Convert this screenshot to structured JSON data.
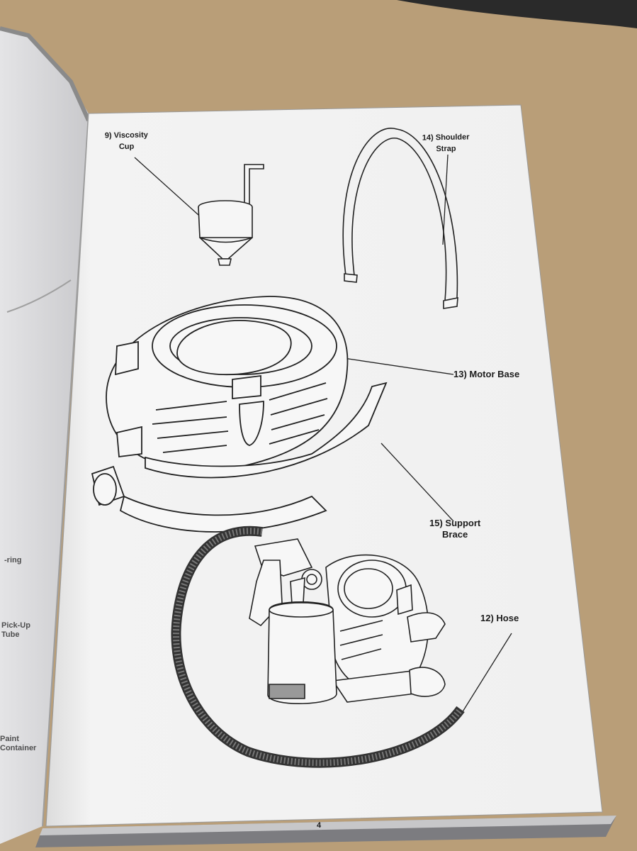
{
  "manual_page": {
    "page_number": "4",
    "callouts": {
      "viscosity_cup": {
        "line1": "9) Viscosity",
        "line2": "Cup"
      },
      "shoulder_strap": {
        "line1": "14) Shoulder",
        "line2": "Strap"
      },
      "motor_base": {
        "text": "13) Motor Base"
      },
      "support_brace": {
        "line1": "15) Support",
        "line2": "Brace"
      },
      "hose": {
        "text": "12) Hose"
      }
    }
  },
  "left_page_fragments": {
    "o_ring": "-ring",
    "pick_up_tube": {
      "line1": "Pick-Up",
      "line2": "Tube"
    },
    "paint_container": {
      "line1": "Paint",
      "line2": "Container"
    }
  },
  "colors": {
    "table": "#b99e78",
    "paper": "#f2f2f2",
    "ink": "#1c1c1c"
  }
}
